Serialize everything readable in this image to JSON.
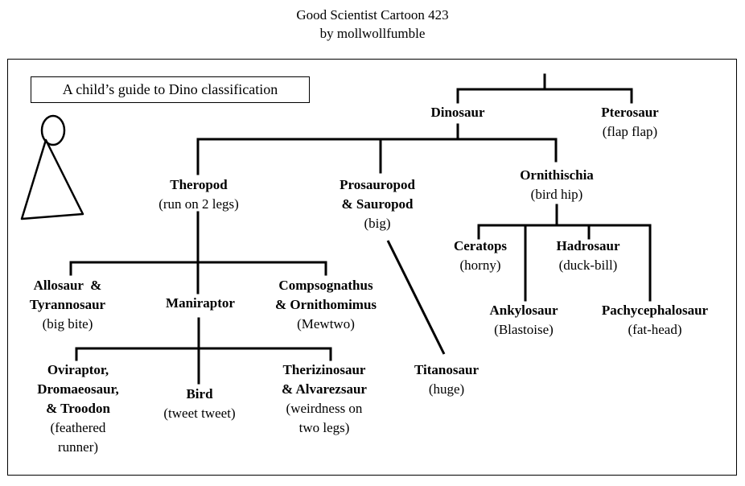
{
  "header": {
    "title": "Good Scientist Cartoon 423",
    "byline": "by mollwollfumble"
  },
  "guide_label": "A child’s guide to Dino classification",
  "tree": {
    "dinosaur": {
      "name": [
        "Dinosaur"
      ],
      "desc": []
    },
    "pterosaur": {
      "name": [
        "Pterosaur"
      ],
      "desc": [
        "(flap flap)"
      ]
    },
    "theropod": {
      "name": [
        "Theropod"
      ],
      "desc": [
        "(run on 2 legs)"
      ]
    },
    "sauropod": {
      "name": [
        "Prosauropod",
        "& Sauropod"
      ],
      "desc": [
        "(big)"
      ]
    },
    "ornithischia": {
      "name": [
        "Ornithischia"
      ],
      "desc": [
        "(bird hip)"
      ]
    },
    "allosaur": {
      "name": [
        "Allosaur  &",
        "Tyrannosaur"
      ],
      "desc": [
        "(big bite)"
      ]
    },
    "maniraptor": {
      "name": [
        "Maniraptor"
      ],
      "desc": []
    },
    "compsognathus": {
      "name": [
        "Compsognathus",
        "& Ornithomimus"
      ],
      "desc": [
        "(Mewtwo)"
      ]
    },
    "oviraptor": {
      "name": [
        "Oviraptor,",
        "Dromaeosaur,",
        "& Troodon"
      ],
      "desc": [
        "(feathered",
        "runner)"
      ]
    },
    "bird": {
      "name": [
        "Bird"
      ],
      "desc": [
        "(tweet tweet)"
      ]
    },
    "therizinosaur": {
      "name": [
        "Therizinosaur",
        "& Alvarezsaur"
      ],
      "desc": [
        "(weirdness on",
        "two legs)"
      ]
    },
    "titanosaur": {
      "name": [
        "Titanosaur"
      ],
      "desc": [
        "(huge)"
      ]
    },
    "ceratops": {
      "name": [
        "Ceratops"
      ],
      "desc": [
        "(horny)"
      ]
    },
    "hadrosaur": {
      "name": [
        "Hadrosaur"
      ],
      "desc": [
        "(duck-bill)"
      ]
    },
    "ankylosaur": {
      "name": [
        "Ankylosaur"
      ],
      "desc": [
        "(Blastoise)"
      ]
    },
    "pachycephalosaur": {
      "name": [
        "Pachycephalosaur"
      ],
      "desc": [
        "(fat-head)"
      ]
    }
  }
}
